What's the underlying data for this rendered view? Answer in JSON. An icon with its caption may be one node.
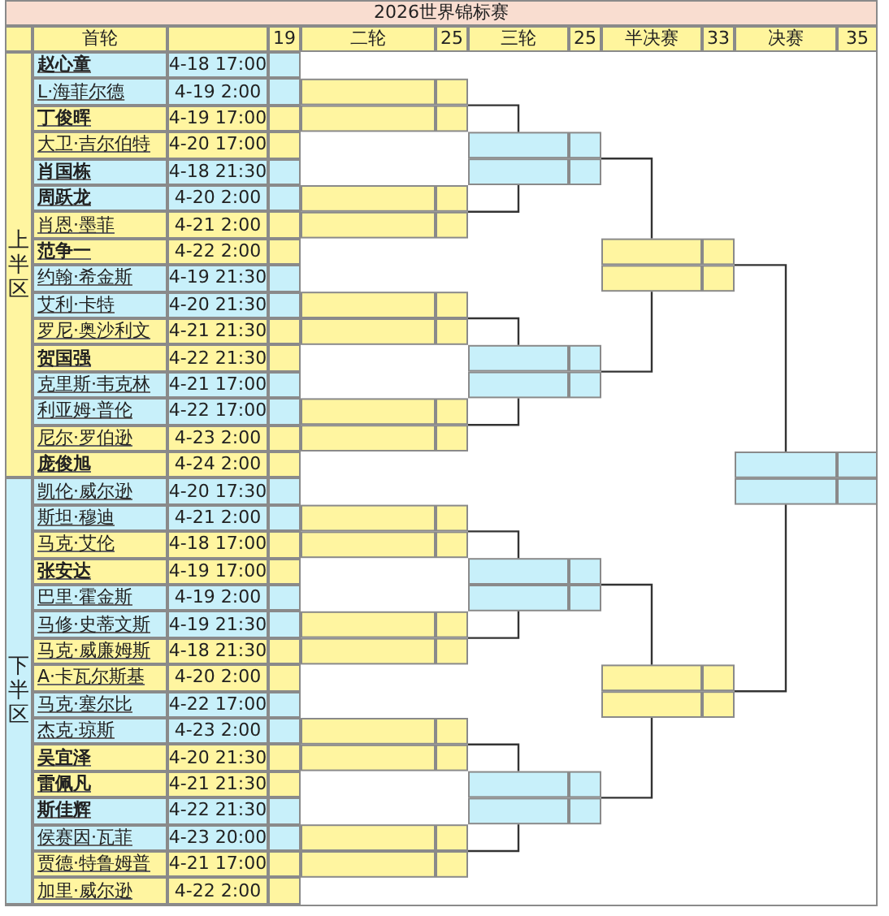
{
  "diagram": {
    "title": "2026世界锦标赛",
    "nodes": [
      {
        "text": [
          "上半区"
        ]
      },
      {
        "text": [
          "下半区"
        ]
      }
    ],
    "labels": [
      "首轮",
      "19",
      "二轮",
      "25",
      "三轮",
      "25",
      "半决赛",
      "33",
      "决赛",
      "35",
      "赵心童",
      "4-18 17:00",
      "L·海菲尔德",
      "4-19 2:00",
      "丁俊晖",
      "4-19 17:00",
      "大卫·吉尔伯特",
      "4-20 17:00",
      "肖国栋",
      "4-18 21:30",
      "周跃龙",
      "4-20 2:00",
      "肖恩·墨菲",
      "4-21 2:00",
      "范争一",
      "4-22 2:00",
      "约翰·希金斯",
      "4-19 21:30",
      "艾利·卡特",
      "4-20 21:30",
      "罗尼·奥沙利文",
      "4-21 21:30",
      "贺国强",
      "4-22 21:30",
      "克里斯·韦克林",
      "4-21 17:00",
      "利亚姆·普伦",
      "4-22 17:00",
      "尼尔·罗伯逊",
      "4-23 2:00",
      "庞俊旭",
      "4-24 2:00",
      "凯伦·威尔逊",
      "4-20 17:30",
      "斯坦·穆迪",
      "4-21 2:00",
      "马克·艾伦",
      "4-18 17:00",
      "张安达",
      "4-19 17:00",
      "巴里·霍金斯",
      "4-19 2:00",
      "马修·史蒂文斯",
      "4-19 21:30",
      "马克·威廉姆斯",
      "4-18 21:30",
      "A·卡瓦尔斯基",
      "4-20 2:00",
      "马克·塞尔比",
      "4-22 17:00",
      "杰克·琼斯",
      "4-23 2:00",
      "吴宜泽",
      "4-20 21:30",
      "雷佩凡",
      "4-21 21:30",
      "斯佳辉",
      "4-22 21:30",
      "侯赛因·瓦菲",
      "4-23 20:00",
      "贾德·特鲁姆普",
      "4-21 17:00",
      "加里·威尔逊",
      "4-22 2:00"
    ]
  }
}
